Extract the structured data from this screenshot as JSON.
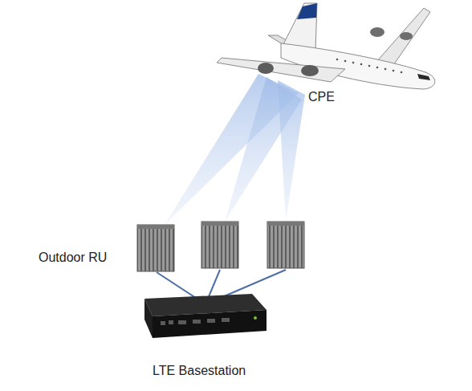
{
  "diagram": {
    "labels": [
      "CPE",
      "Outdoor RU",
      "LTE Basestation"
    ]
  }
}
